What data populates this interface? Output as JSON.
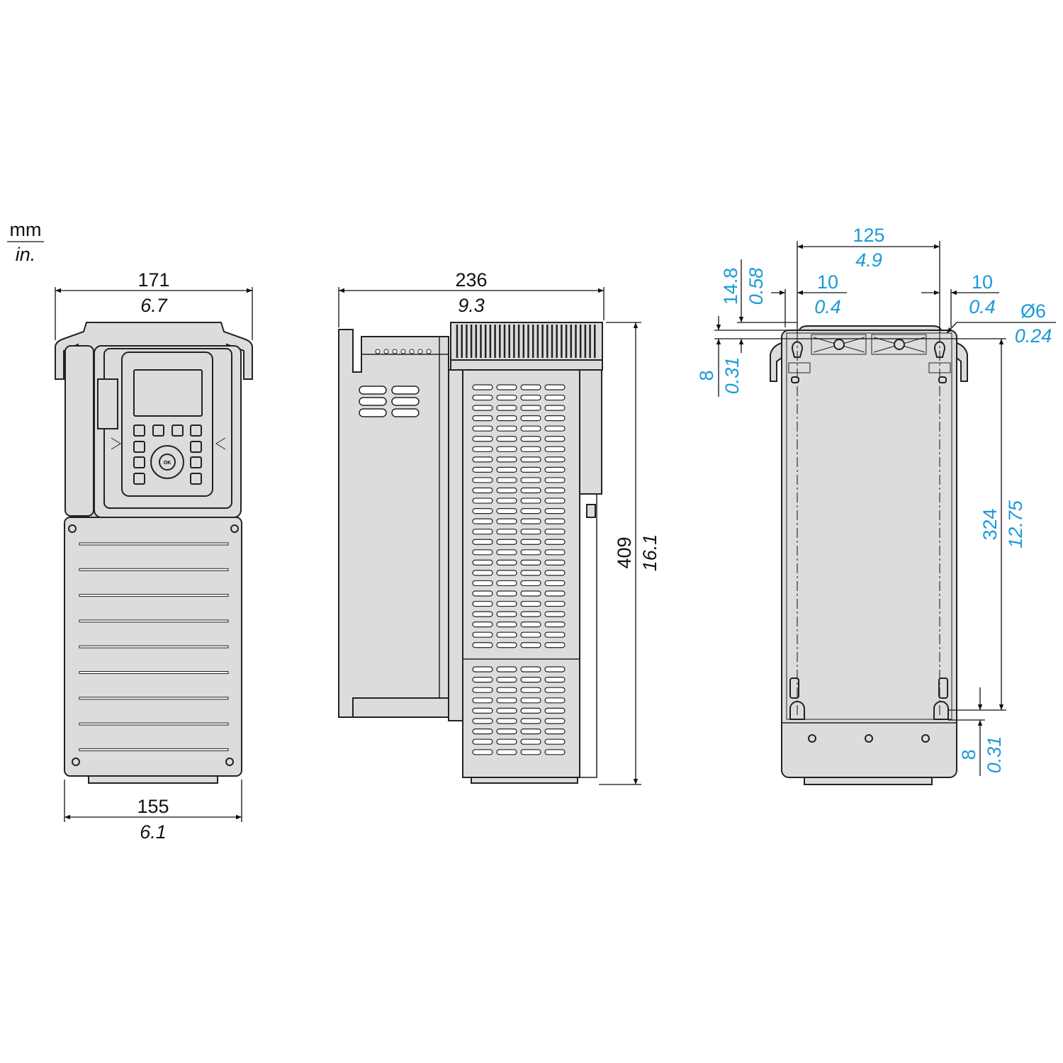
{
  "units": {
    "primary": "mm",
    "secondary": "in."
  },
  "front_view": {
    "width_top": {
      "mm": "171",
      "in": "6.7"
    },
    "width_bottom": {
      "mm": "155",
      "in": "6.1"
    }
  },
  "side_view": {
    "depth": {
      "mm": "236",
      "in": "9.3"
    },
    "height": {
      "mm": "409",
      "in": "16.1"
    }
  },
  "rear_view": {
    "hole_spacing": {
      "mm": "125",
      "in": "4.9"
    },
    "left_offset": {
      "mm": "10",
      "in": "0.4"
    },
    "right_offset": {
      "mm": "10",
      "in": "0.4"
    },
    "hole_diameter": {
      "mm": "Ø6",
      "in": "0.24"
    },
    "top_offset": {
      "mm": "14.8",
      "in": "0.58"
    },
    "top_hole_offset": {
      "mm": "8",
      "in": "0.31"
    },
    "hole_vertical_spacing": {
      "mm": "324",
      "in": "12.75"
    },
    "bottom_offset": {
      "mm": "8",
      "in": "0.31"
    }
  },
  "keypad": {
    "ok_label": "OK"
  },
  "colors": {
    "dimension_blue": "#1a9ad6",
    "body_gray": "#dcdcdc"
  }
}
